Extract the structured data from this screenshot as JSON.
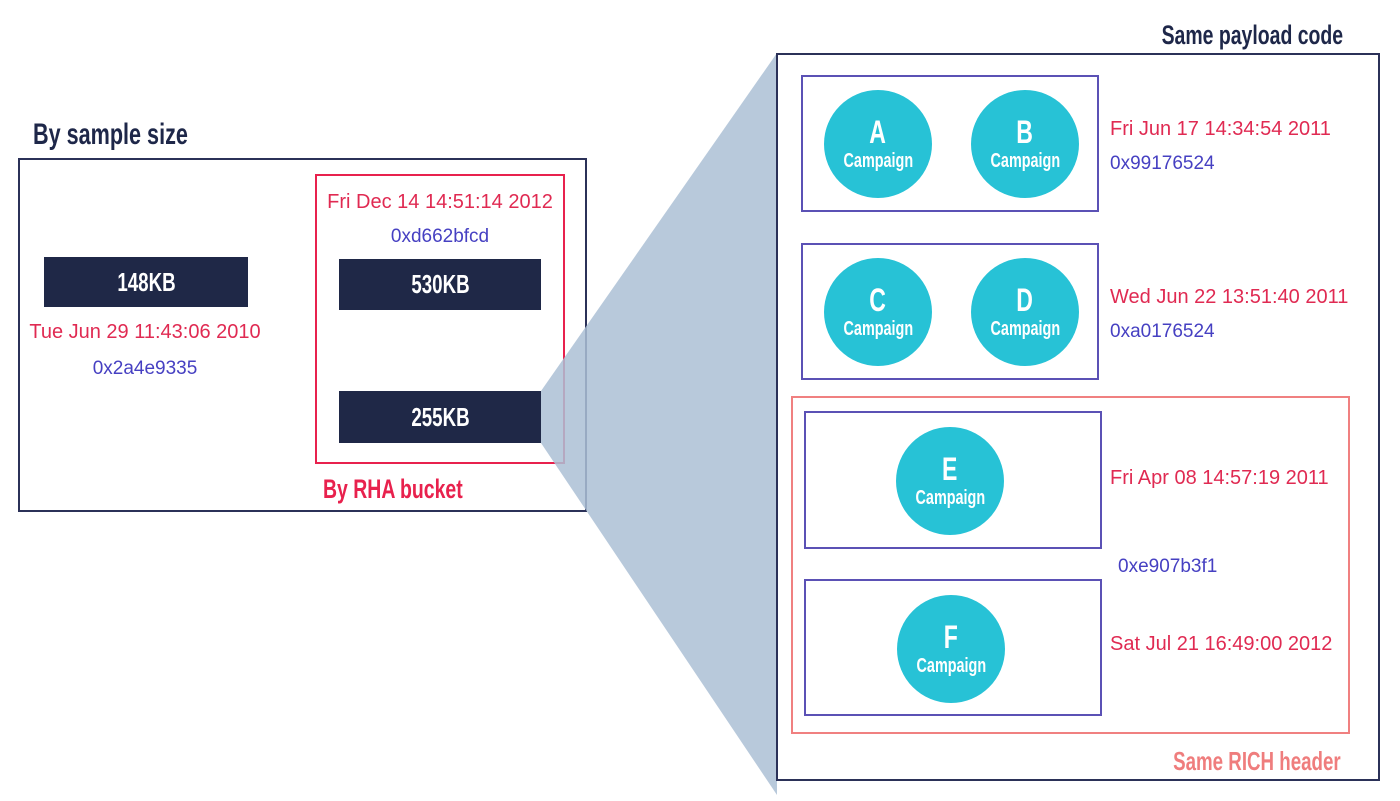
{
  "left": {
    "title": "By sample size",
    "sample": {
      "size": "148KB",
      "date": "Tue Jun 29 11:43:06 2010",
      "hex": "0x2a4e9335"
    },
    "rha": {
      "label": "By RHA bucket",
      "date": "Fri Dec 14 14:51:14 2012",
      "hex": "0xd662bfcd",
      "sizes": [
        "530KB",
        "255KB"
      ]
    }
  },
  "right": {
    "title": "Same payload code",
    "groups": [
      {
        "circles": [
          {
            "letter": "A",
            "label": "Campaign"
          },
          {
            "letter": "B",
            "label": "Campaign"
          }
        ],
        "date": "Fri Jun 17 14:34:54 2011",
        "hex": "0x99176524"
      },
      {
        "circles": [
          {
            "letter": "C",
            "label": "Campaign"
          },
          {
            "letter": "D",
            "label": "Campaign"
          }
        ],
        "date": "Wed Jun 22 13:51:40 2011",
        "hex": "0xa0176524"
      }
    ],
    "rich": {
      "label": "Same RICH header",
      "hex": "0xe907b3f1",
      "groups": [
        {
          "circles": [
            {
              "letter": "E",
              "label": "Campaign"
            }
          ],
          "date": "Fri Apr 08 14:57:19 2011"
        },
        {
          "circles": [
            {
              "letter": "F",
              "label": "Campaign"
            }
          ],
          "date": "Sat Jul 21 16:49:00 2012"
        }
      ]
    }
  },
  "colors": {
    "navy": "#1e2749",
    "bar": "#1f2847",
    "red": "#e02a52",
    "red_strong": "#e8214d",
    "hex_blue": "#4640c2",
    "purple_border": "#5b51b5",
    "salmon": "#f08080",
    "cyan": "#27c2d6",
    "beam_gray": "#abbfd5"
  }
}
